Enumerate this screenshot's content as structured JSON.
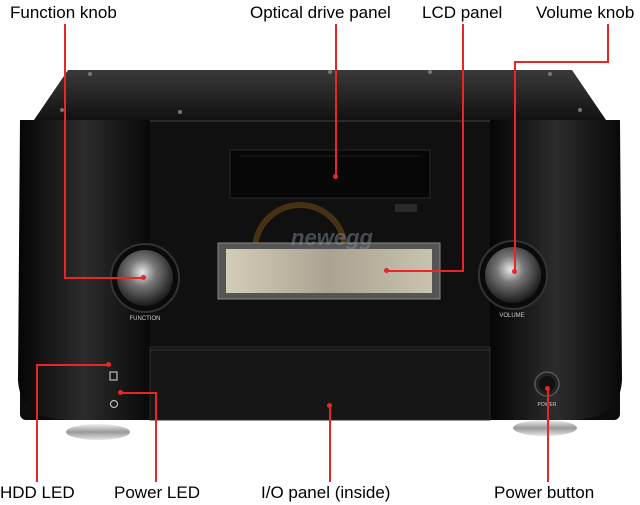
{
  "callouts": {
    "function_knob": "Function knob",
    "optical_drive_panel": "Optical drive panel",
    "lcd_panel": "LCD panel",
    "volume_knob": "Volume knob",
    "hdd_led": "HDD LED",
    "power_led": "Power LED",
    "io_panel": "I/O panel (inside)",
    "power_button": "Power button"
  },
  "device_labels": {
    "function": "FUNCTION",
    "volume": "VOLUME",
    "power": "POWER"
  },
  "watermark": "newegg",
  "colors": {
    "leader": "#e8262a",
    "chassis": "#1a1a1a",
    "lcd": "#b9b2a0"
  }
}
